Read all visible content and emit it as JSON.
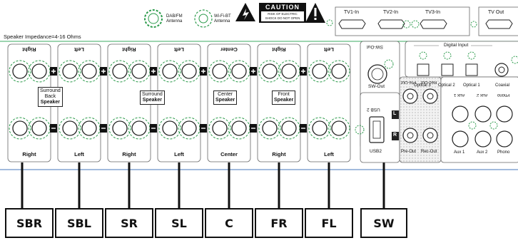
{
  "top_strip": {
    "dab_label": "DAB/FM\nAntenna",
    "wifi_label": "Wi-Fi-BT\nAntenna",
    "caution_title": "CAUTION",
    "caution_text": "RISK OF ELECTRIC\nSHOCK DO NOT OPEN",
    "hdmi": [
      "TV1-In",
      "TV2-In",
      "TV3-In"
    ],
    "tv_out": "TV Out"
  },
  "impedance_label": "Speaker Impedance=4-16 Ohms",
  "channels": [
    {
      "top": "Right",
      "bottom": "Right",
      "group_label": [
        "Surround",
        "Back",
        "Speaker"
      ]
    },
    {
      "top": "Left",
      "bottom": "Left"
    },
    {
      "top": "Right",
      "bottom": "Right",
      "group_label": [
        "Surround",
        "Speaker"
      ]
    },
    {
      "top": "Left",
      "bottom": "Left"
    },
    {
      "top": "Center",
      "bottom": "Center",
      "group_label": [
        "Center",
        "Speaker"
      ]
    },
    {
      "top": "Right",
      "bottom": "Right",
      "group_label": [
        "Front",
        "Speaker"
      ]
    },
    {
      "top": "Left",
      "bottom": "Left"
    }
  ],
  "sw_panel": {
    "top": "SW-Out",
    "bottom": "SW-Out"
  },
  "usb": {
    "top": "USB 2",
    "bottom": "USB2"
  },
  "pre_rec": {
    "top": [
      "Pre-Out",
      "Rec-Out"
    ],
    "bottom": [
      "Pre-Out",
      "Rec-Out"
    ],
    "l": "L",
    "r": "R"
  },
  "digital": {
    "title": "Digital Input",
    "labels": [
      "Optical 3",
      "Optical 2",
      "Optical 1",
      "Coaxial"
    ]
  },
  "analog": {
    "top": [
      "Aux 1",
      "Aux 2",
      "Phono"
    ],
    "bottom": [
      "Aux 1",
      "Aux 2",
      "Phono"
    ]
  },
  "callouts": [
    "SBR",
    "SBL",
    "SR",
    "SL",
    "C",
    "FR",
    "FL",
    "SW"
  ]
}
